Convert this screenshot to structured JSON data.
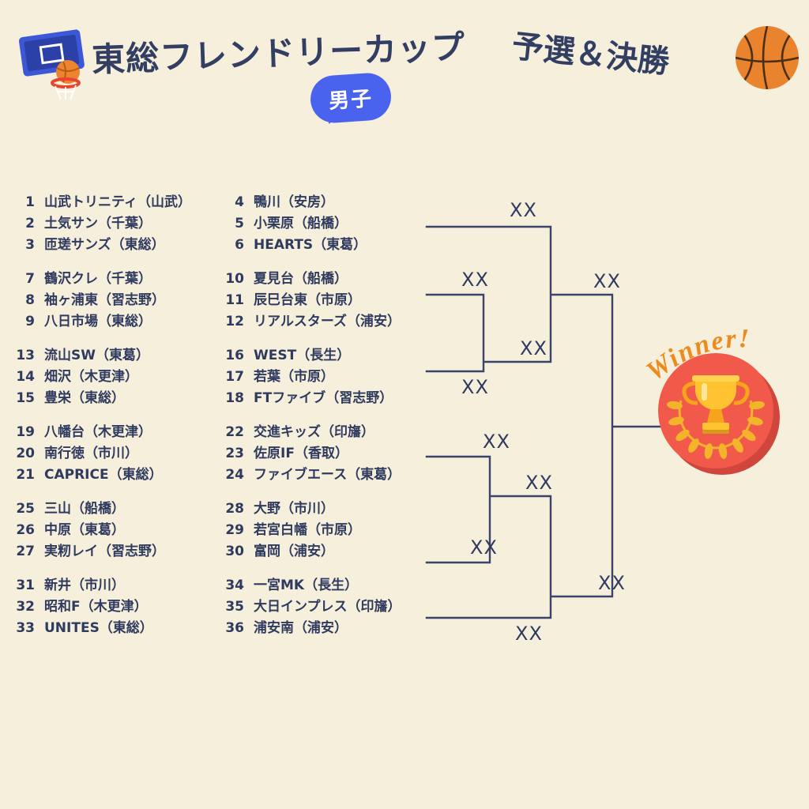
{
  "header": {
    "title": "東総フレンドリーカップ",
    "round": "予選＆決勝",
    "division": "男子"
  },
  "winner": {
    "label": "Winner!"
  },
  "bracket": {
    "labels": {
      "a": "XX",
      "b": "XX",
      "c": "XX",
      "bc": "XX",
      "semi_top": "XX",
      "d": "XX",
      "de": "XX",
      "e": "XX",
      "semi_bottom": "XX",
      "f": "XX"
    }
  },
  "teams": {
    "left": [
      [
        {
          "num": "1",
          "name": "山武トリニティ（山武）"
        },
        {
          "num": "2",
          "name": "土気サン（千葉）"
        },
        {
          "num": "3",
          "name": "匝瑳サンズ（東総）"
        }
      ],
      [
        {
          "num": "7",
          "name": "鶴沢クレ（千葉）"
        },
        {
          "num": "8",
          "name": "袖ヶ浦東（習志野）"
        },
        {
          "num": "9",
          "name": "八日市場（東総）"
        }
      ],
      [
        {
          "num": "13",
          "name": "流山SW（東葛）"
        },
        {
          "num": "14",
          "name": "畑沢（木更津）"
        },
        {
          "num": "15",
          "name": "豊栄（東総）"
        }
      ],
      [
        {
          "num": "19",
          "name": "八幡台（木更津）"
        },
        {
          "num": "20",
          "name": "南行徳（市川）"
        },
        {
          "num": "21",
          "name": "CAPRICE（東総）"
        }
      ],
      [
        {
          "num": "25",
          "name": "三山（船橋）"
        },
        {
          "num": "26",
          "name": "中原（東葛）"
        },
        {
          "num": "27",
          "name": "実籾レイ（習志野）"
        }
      ],
      [
        {
          "num": "31",
          "name": "新井（市川）"
        },
        {
          "num": "32",
          "name": "昭和F（木更津）"
        },
        {
          "num": "33",
          "name": "UNITES（東総）"
        }
      ]
    ],
    "right": [
      [
        {
          "num": "4",
          "name": "鴨川（安房）"
        },
        {
          "num": "5",
          "name": "小栗原（船橋）"
        },
        {
          "num": "6",
          "name": "HEARTS（東葛）"
        }
      ],
      [
        {
          "num": "10",
          "name": "夏見台（船橋）"
        },
        {
          "num": "11",
          "name": "辰巳台東（市原）"
        },
        {
          "num": "12",
          "name": "リアルスターズ（浦安）"
        }
      ],
      [
        {
          "num": "16",
          "name": "WEST（長生）"
        },
        {
          "num": "17",
          "name": "若葉（市原）"
        },
        {
          "num": "18",
          "name": "FTファイブ（習志野）"
        }
      ],
      [
        {
          "num": "22",
          "name": "交進キッズ（印旛）"
        },
        {
          "num": "23",
          "name": "佐原IF（香取）"
        },
        {
          "num": "24",
          "name": "ファイブエース（東葛）"
        }
      ],
      [
        {
          "num": "28",
          "name": "大野（市川）"
        },
        {
          "num": "29",
          "name": "若宮白幡（市原）"
        },
        {
          "num": "30",
          "name": "富岡（浦安）"
        }
      ],
      [
        {
          "num": "34",
          "name": "一宮MK（長生）"
        },
        {
          "num": "35",
          "name": "大日インプレス（印旛）"
        },
        {
          "num": "36",
          "name": "浦安南（浦安）"
        }
      ]
    ]
  },
  "icons": {
    "top_left": "basketball-hoop-icon",
    "top_right": "basketball-icon",
    "winner_badge": "trophy-laurel-badge-icon"
  },
  "colors": {
    "background": "#f6efdc",
    "text_navy": "#2f3a5f",
    "bracket_line": "#3a4468",
    "bubble_blue": "#4a63ee",
    "badge_red": "#f15a4a",
    "gold": "#f3b42b",
    "winner_orange": "#ee8b1f"
  }
}
